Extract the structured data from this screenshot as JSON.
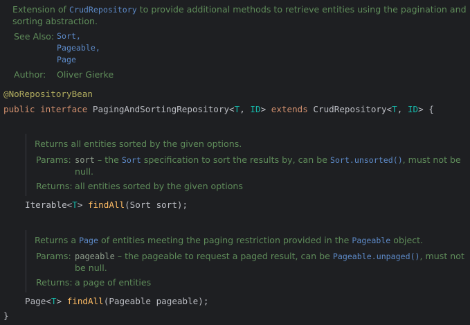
{
  "top_doc": {
    "line1_pre": "Extension of ",
    "line1_link": "CrudRepository",
    "line1_post": " to provide additional methods to retrieve entities using the pagination and",
    "line2": "sorting abstraction.",
    "see_also_label": "See Also:",
    "see_also_links": [
      "Sort,",
      "Pageable,",
      "Page"
    ],
    "author_label": "Author:",
    "author_value": "Oliver Gierke"
  },
  "code": {
    "annotation": "@NoRepositoryBean",
    "decl_kw1": "public interface",
    "decl_name": " PagingAndSortingRepository<",
    "decl_T": "T",
    "decl_comma": ", ",
    "decl_ID": "ID",
    "decl_gt": "> ",
    "decl_extends": "extends",
    "decl_base": " CrudRepository<",
    "decl_T2": "T",
    "decl_comma2": ", ",
    "decl_ID2": "ID",
    "decl_end": "> {",
    "close_brace": "}"
  },
  "method1": {
    "summary": "Returns all entities sorted by the given options.",
    "params_label": "Params:",
    "param_name": "sort",
    "param_desc_pre": " – the ",
    "param_link": "Sort",
    "param_desc_mid": " specification to sort the results by, can be ",
    "param_link2": "Sort.unsorted()",
    "param_desc_post": ", must not be",
    "param_desc_line2": "null.",
    "returns_label": "Returns:",
    "returns_value": "all entities sorted by the given options",
    "sig_type": "Iterable<",
    "sig_T": "T",
    "sig_gt": "> ",
    "sig_name": "findAll",
    "sig_args": "(Sort sort);"
  },
  "method2": {
    "summary_pre": "Returns a ",
    "summary_link": "Page",
    "summary_mid": " of entities meeting the paging restriction provided in the ",
    "summary_link2": "Pageable",
    "summary_post": " object.",
    "params_label": "Params:",
    "param_name": "pageable",
    "param_desc_pre": " – the pageable to request a paged result, can be ",
    "param_link": "Pageable.unpaged()",
    "param_desc_post": ", must not",
    "param_desc_line2": "be null.",
    "returns_label": "Returns:",
    "returns_value": "a page of entities",
    "sig_type": "Page<",
    "sig_T": "T",
    "sig_gt": "> ",
    "sig_name": "findAll",
    "sig_args": "(Pageable pageable);"
  }
}
